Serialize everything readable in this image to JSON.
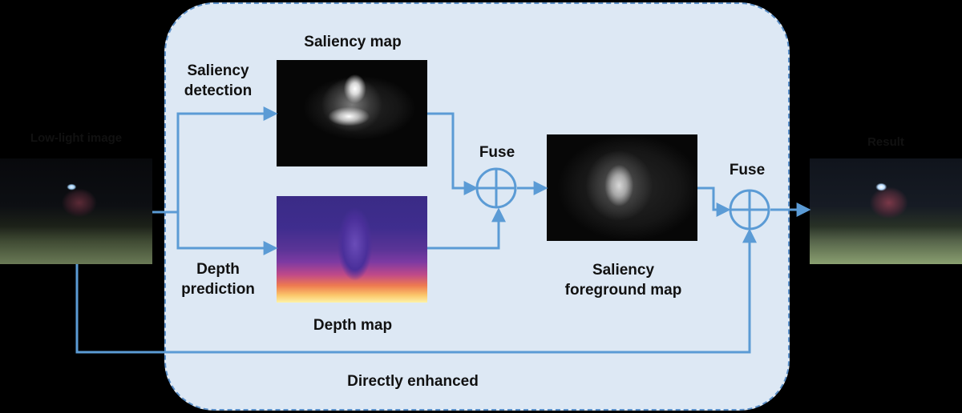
{
  "diagram": {
    "input_label": "Low-light image",
    "output_label": "Result",
    "saliency_map_label": "Saliency map",
    "saliency_detection_label": "Saliency\ndetection",
    "depth_prediction_label": "Depth\nprediction",
    "depth_map_label": "Depth map",
    "fuse_label_1": "Fuse",
    "fuse_label_2": "Fuse",
    "saliency_foreground_label": "Saliency\nforeground map",
    "directly_enhanced_label": "Directly enhanced"
  },
  "colors": {
    "panel_fill": "#dde8f4",
    "panel_border": "#5b8fc7",
    "arrow": "#5b9bd5",
    "background": "#000000"
  }
}
